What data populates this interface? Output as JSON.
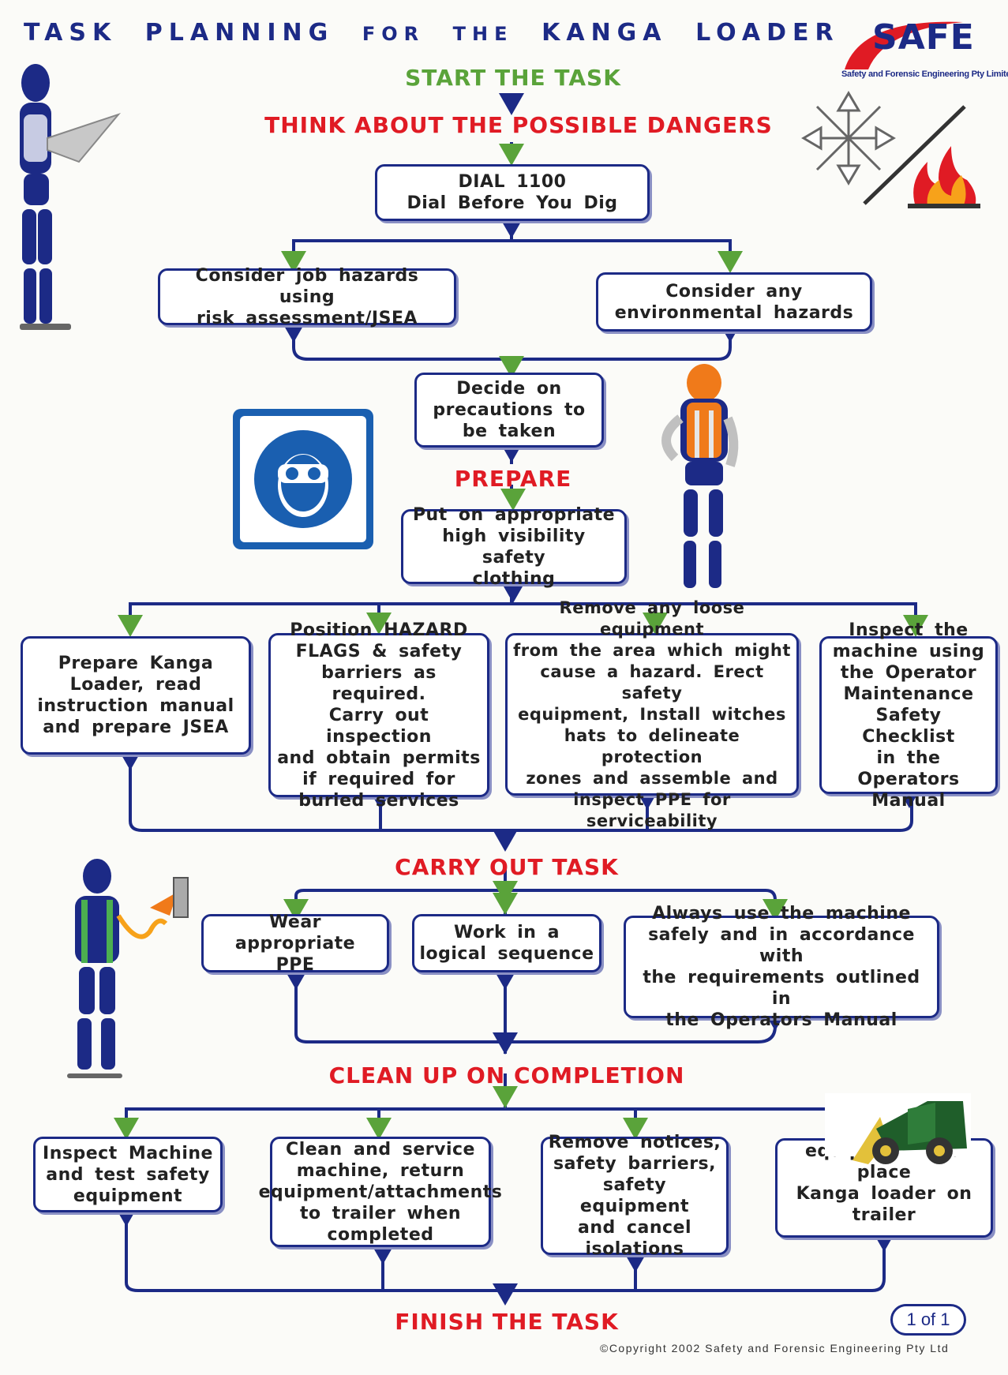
{
  "title": {
    "word1": "TASK",
    "word2": "PLANNING",
    "word3": "FOR",
    "word4": "THE",
    "word5": "KANGA",
    "word6": "LOADER"
  },
  "logo": {
    "name": "SAFE",
    "subtitle": "Safety and Forensic Engineering Pty Limited"
  },
  "stages": {
    "start": "START  THE  TASK",
    "think": "THINK  ABOUT  THE  POSSIBLE  DANGERS",
    "prepare": "PREPARE",
    "carry_out": "CARRY  OUT  TASK",
    "clean_up": "CLEAN  UP  ON  COMPLETION",
    "finish": "FINISH  THE  TASK"
  },
  "boxes": {
    "dial": "DIAL  1100\nDial  Before  You  Dig",
    "job_hazards": "Consider  job  hazards  using\nrisk  assessment/JSEA",
    "env_hazards": "Consider  any\nenvironmental  hazards",
    "precautions": "Decide  on\nprecautions  to\nbe  taken",
    "clothing": "Put  on  appropriate\nhigh  visibility  safety\nclothing",
    "prepare_loader": "Prepare  Kanga\nLoader,  read\ninstruction  manual\nand  prepare  JSEA",
    "hazard_flags": "Position  HAZARD\nFLAGS  &  safety\nbarriers  as  required.\nCarry  out  inspection\nand  obtain  permits\nif  required  for\nburied  services",
    "remove_equipment": "Remove  any  loose  equipment\nfrom  the  area  which  might\ncause  a  hazard.  Erect  safety\nequipment,  Install  witches\nhats  to  delineate  protection\nzones  and  assemble  and\ninspect  PPE  for  serviceability",
    "inspect_machine": "Inspect  the\nmachine  using\nthe  Operator\nMaintenance\nSafety  Checklist\nin  the  Operators\nManual",
    "wear_ppe": "Wear  appropriate\nPPE",
    "logical_sequence": "Work  in  a\nlogical  sequence",
    "use_safely": "Always  use  the  machine\nsafely  and  in  accordance  with\nthe  requirements  outlined  in\nthe  Operators  Manual",
    "inspect_test": "Inspect  Machine\nand  test  safety\nequipment",
    "clean_service": "Clean  and  service\nmachine,  return\nequipment/attachments\nto  trailer  when\ncompleted",
    "remove_notices": "Remove  notices,\nsafety  barriers,\nsafety  equipment\nand  cancel\nisolations",
    "place_trailer": "equipment  and  place\nKanga  loader  on\ntrailer"
  },
  "footer": {
    "page": "1 of 1",
    "copyright": "©Copyright 2002 Safety and Forensic Engineering Pty Ltd"
  },
  "colors": {
    "navy": "#1c2a86",
    "green_arrow": "#5aa33a",
    "red_heading": "#e01b24",
    "orange": "#f07a1a"
  },
  "icons": [
    "clipboard-worker-icon",
    "snowflake-icon",
    "fire-icon",
    "safety-goggles-sign-icon",
    "hi-vis-worker-icon",
    "harness-worker-icon",
    "kanga-loader-icon"
  ]
}
